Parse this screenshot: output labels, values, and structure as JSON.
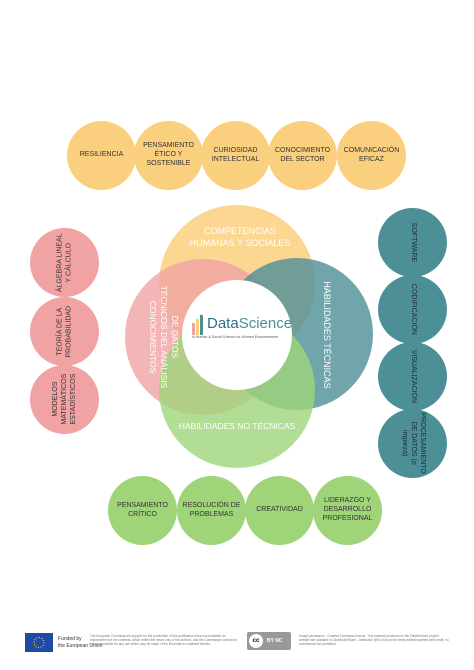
{
  "top_row": [
    "RESILIENCIA",
    "PENSAMIENTO ÉTICO Y SOSTENIBLE",
    "CURIOSIDAD INTELECTUAL",
    "CONOCIMIENTO DEL SECTOR",
    "COMUNICACIÓN EFICAZ"
  ],
  "left_column": [
    "ÁLGEBRA LINEAL Y CÁLCULO",
    "TEORÍA DE LA PROBABILIDAD",
    "MODELOS MATEMÁTICOS ESTADÍSTICOS"
  ],
  "right_column": [
    "SOFTWARE",
    "CODIFICACIÓN",
    "VISUALIZACIÓN",
    "PROCESAMIENTO DE DATOS (o impieza)"
  ],
  "bottom_row": [
    "PENSAMIENTO CRÍTICO",
    "RESOLUCIÓN DE PROBLEMAS",
    "CREATIVIDAD",
    "LIDERAZGO Y DESARROLLO PROFESIONAL"
  ],
  "venn": {
    "top": [
      "COMPETENCIAS",
      "HUMANAS Y SOCIALES"
    ],
    "left": [
      "CONOCIMIENTOS",
      "TÉCNICOS DEL ANÁLISIS",
      "DE DATOS"
    ],
    "right": "HABILIDADES TÉCNICAS",
    "bottom": "HABILIDADES NO TÉCNICAS"
  },
  "logo": {
    "brand_part1": "Data",
    "brand_part2": "Science",
    "tagline": "in Human & Social Science for Women Empowerment"
  },
  "footer": {
    "eu_line1": "Funded by",
    "eu_line2": "the European Union",
    "disclaimer": "The European Commission's support for the production of this publication does not constitute an endorsement of the contents, which reflect the views only of the authors, and the Commission cannot be held responsible for any use which may be made of the information contained therein.",
    "cc_badge": "BY NC",
    "license": "Usage permission - Creative Commons license. This material produced on the DataScience project website are available to Distribute/Share - Attribution (BY) and can be freely edited/modified with credit, no commercial use permitted."
  },
  "colors": {
    "yellow": "#fad07e",
    "pink": "#f1a3a4",
    "teal": "#4d8f97",
    "green": "#9fd479"
  }
}
